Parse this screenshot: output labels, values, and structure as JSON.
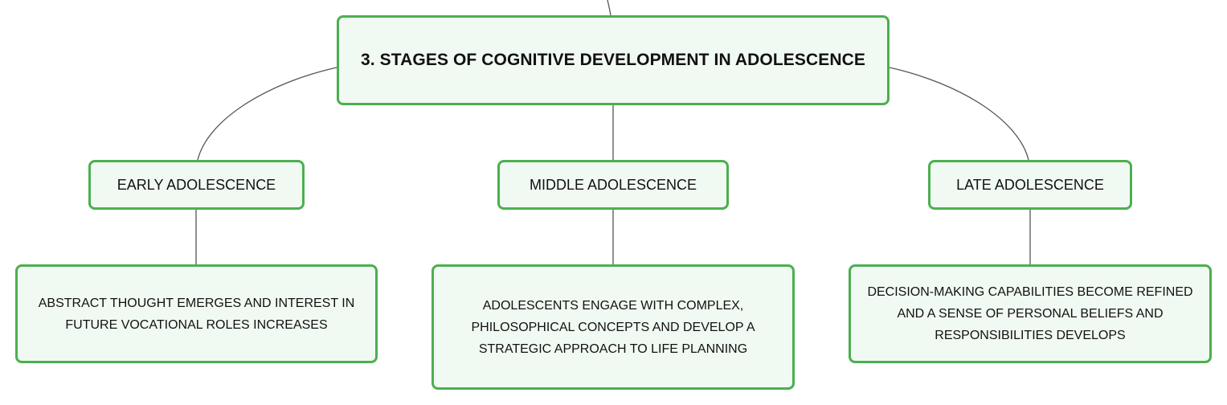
{
  "diagram": {
    "root": {
      "label": "3. STAGES OF COGNITIVE DEVELOPMENT IN ADOLESCENCE"
    },
    "stages": [
      {
        "label": "EARLY ADOLESCENCE",
        "detail": "ABSTRACT THOUGHT EMERGES AND INTEREST IN FUTURE VOCATIONAL ROLES INCREASES"
      },
      {
        "label": "MIDDLE ADOLESCENCE",
        "detail": "ADOLESCENTS ENGAGE WITH COMPLEX, PHILOSOPHICAL CONCEPTS AND DEVELOP A STRATEGIC APPROACH TO LIFE PLANNING"
      },
      {
        "label": "LATE ADOLESCENCE",
        "detail": "DECISION-MAKING CAPABILITIES BECOME REFINED AND A SENSE OF PERSONAL BELIEFS AND RESPONSIBILITIES DEVELOPS"
      }
    ],
    "colors": {
      "node_border": "#4caf50",
      "node_fill": "#f1faf2",
      "connector": "#555555"
    }
  }
}
